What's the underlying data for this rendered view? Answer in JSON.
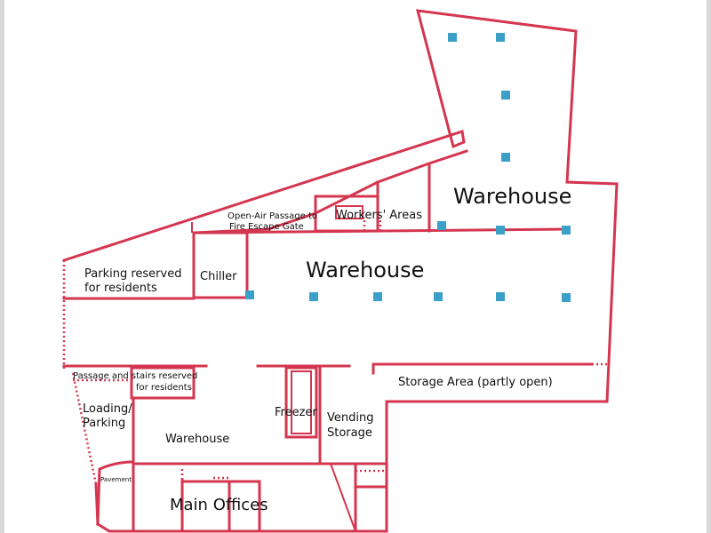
{
  "labels": {
    "warehouse_upper": "Warehouse",
    "warehouse_main": "Warehouse",
    "workers_areas": "Workers' Areas",
    "open_air_passage_line1": "Open-Air Passage to",
    "open_air_passage_line2": "Fire Escape Gate",
    "parking_residents_line1": "Parking reserved",
    "parking_residents_line2": "for residents",
    "chiller": "Chiller",
    "passage_stairs_line1": "Passage and stairs reserved",
    "passage_stairs_line2": "for residents",
    "loading_line1": "Loading/",
    "loading_line2": "Parking",
    "freezer": "Freezer",
    "vending_line1": "Vending",
    "vending_line2": "Storage",
    "storage_area": "Storage Area (partly open)",
    "warehouse_lower": "Warehouse",
    "pavement": "Pavement",
    "main_offices": "Main Offices"
  },
  "colors": {
    "wall": "#d4364f",
    "column": "#3aa0c8",
    "text": "#111111"
  }
}
